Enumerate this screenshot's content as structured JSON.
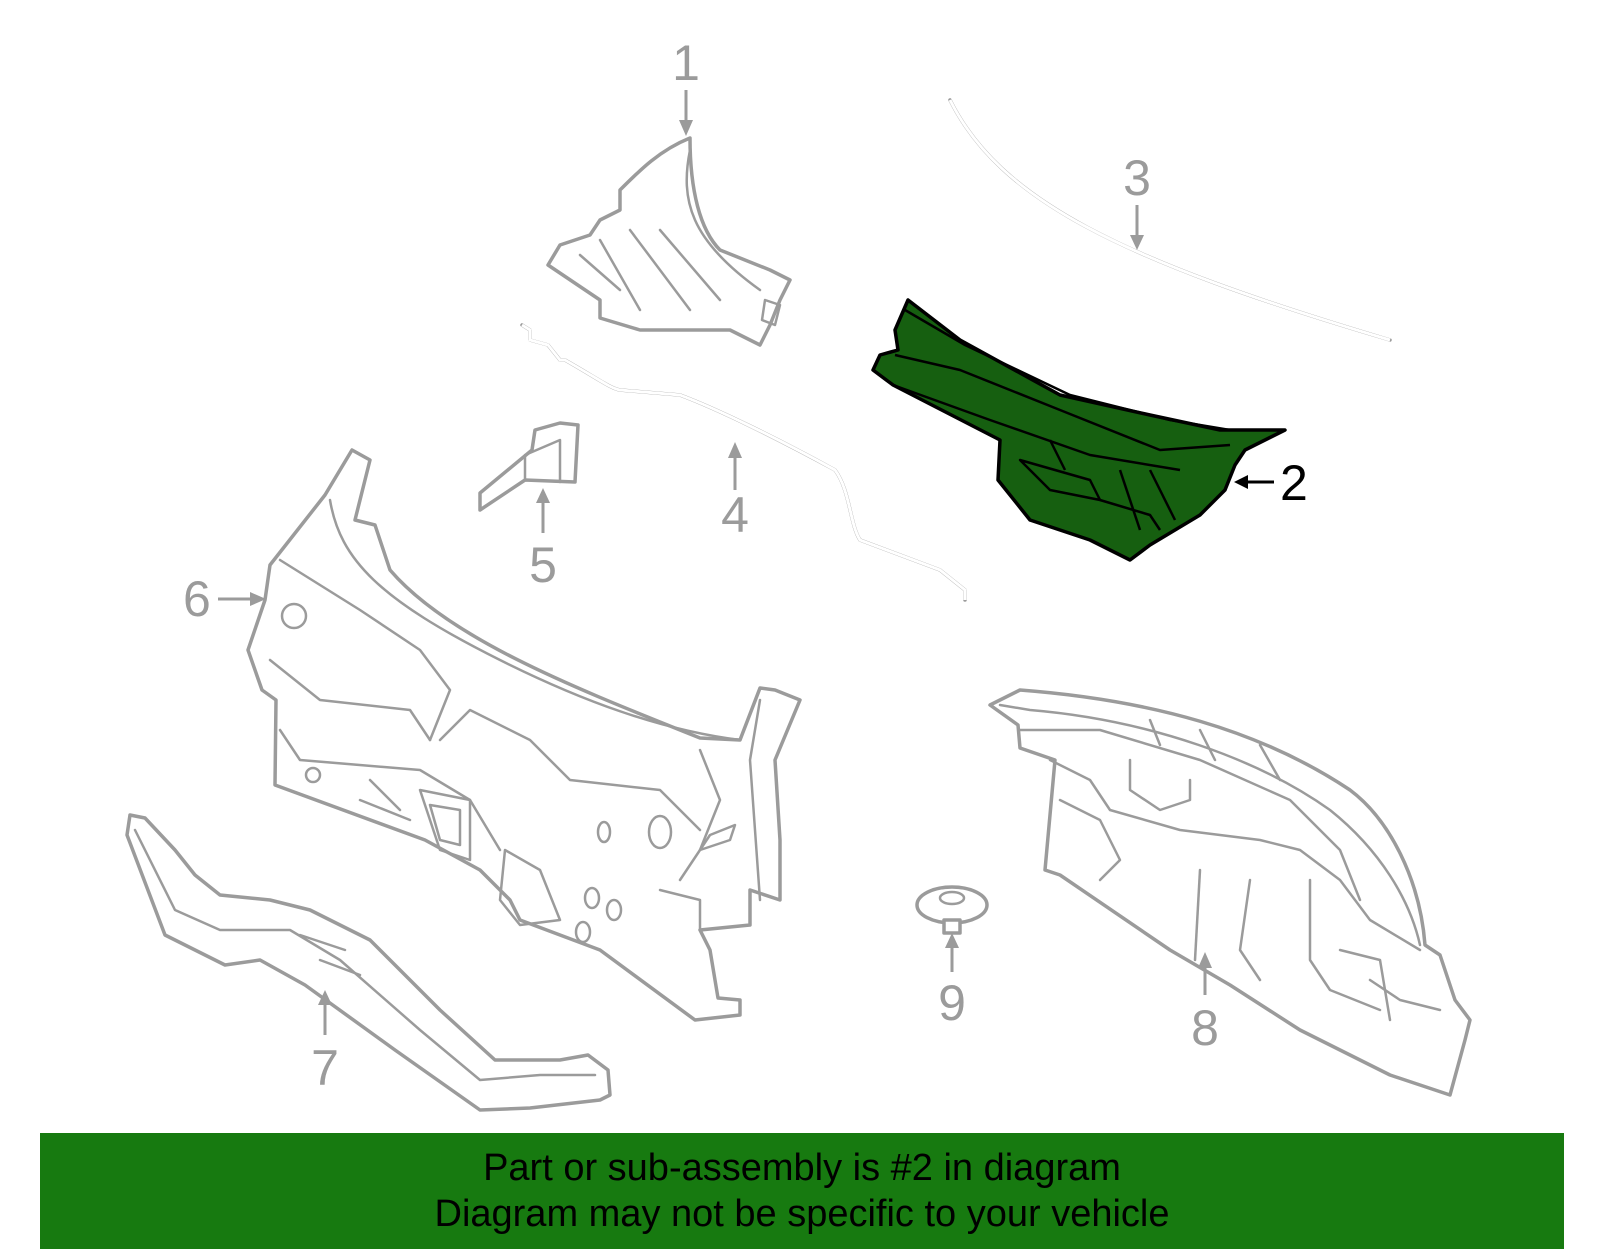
{
  "diagram": {
    "callouts": [
      {
        "id": "1",
        "label": "1"
      },
      {
        "id": "2",
        "label": "2"
      },
      {
        "id": "3",
        "label": "3"
      },
      {
        "id": "4",
        "label": "4"
      },
      {
        "id": "5",
        "label": "5"
      },
      {
        "id": "6",
        "label": "6"
      },
      {
        "id": "7",
        "label": "7"
      },
      {
        "id": "8",
        "label": "8"
      },
      {
        "id": "9",
        "label": "9"
      }
    ],
    "highlighted_part": "2",
    "colors": {
      "highlight_fill": "#165f10",
      "banner_background": "#177a10",
      "line_gray": "#9b9b9b",
      "text_black": "#000000"
    }
  },
  "banner": {
    "line1": "Part or sub-assembly is #2 in diagram",
    "line2": "Diagram may not be specific to your vehicle"
  }
}
